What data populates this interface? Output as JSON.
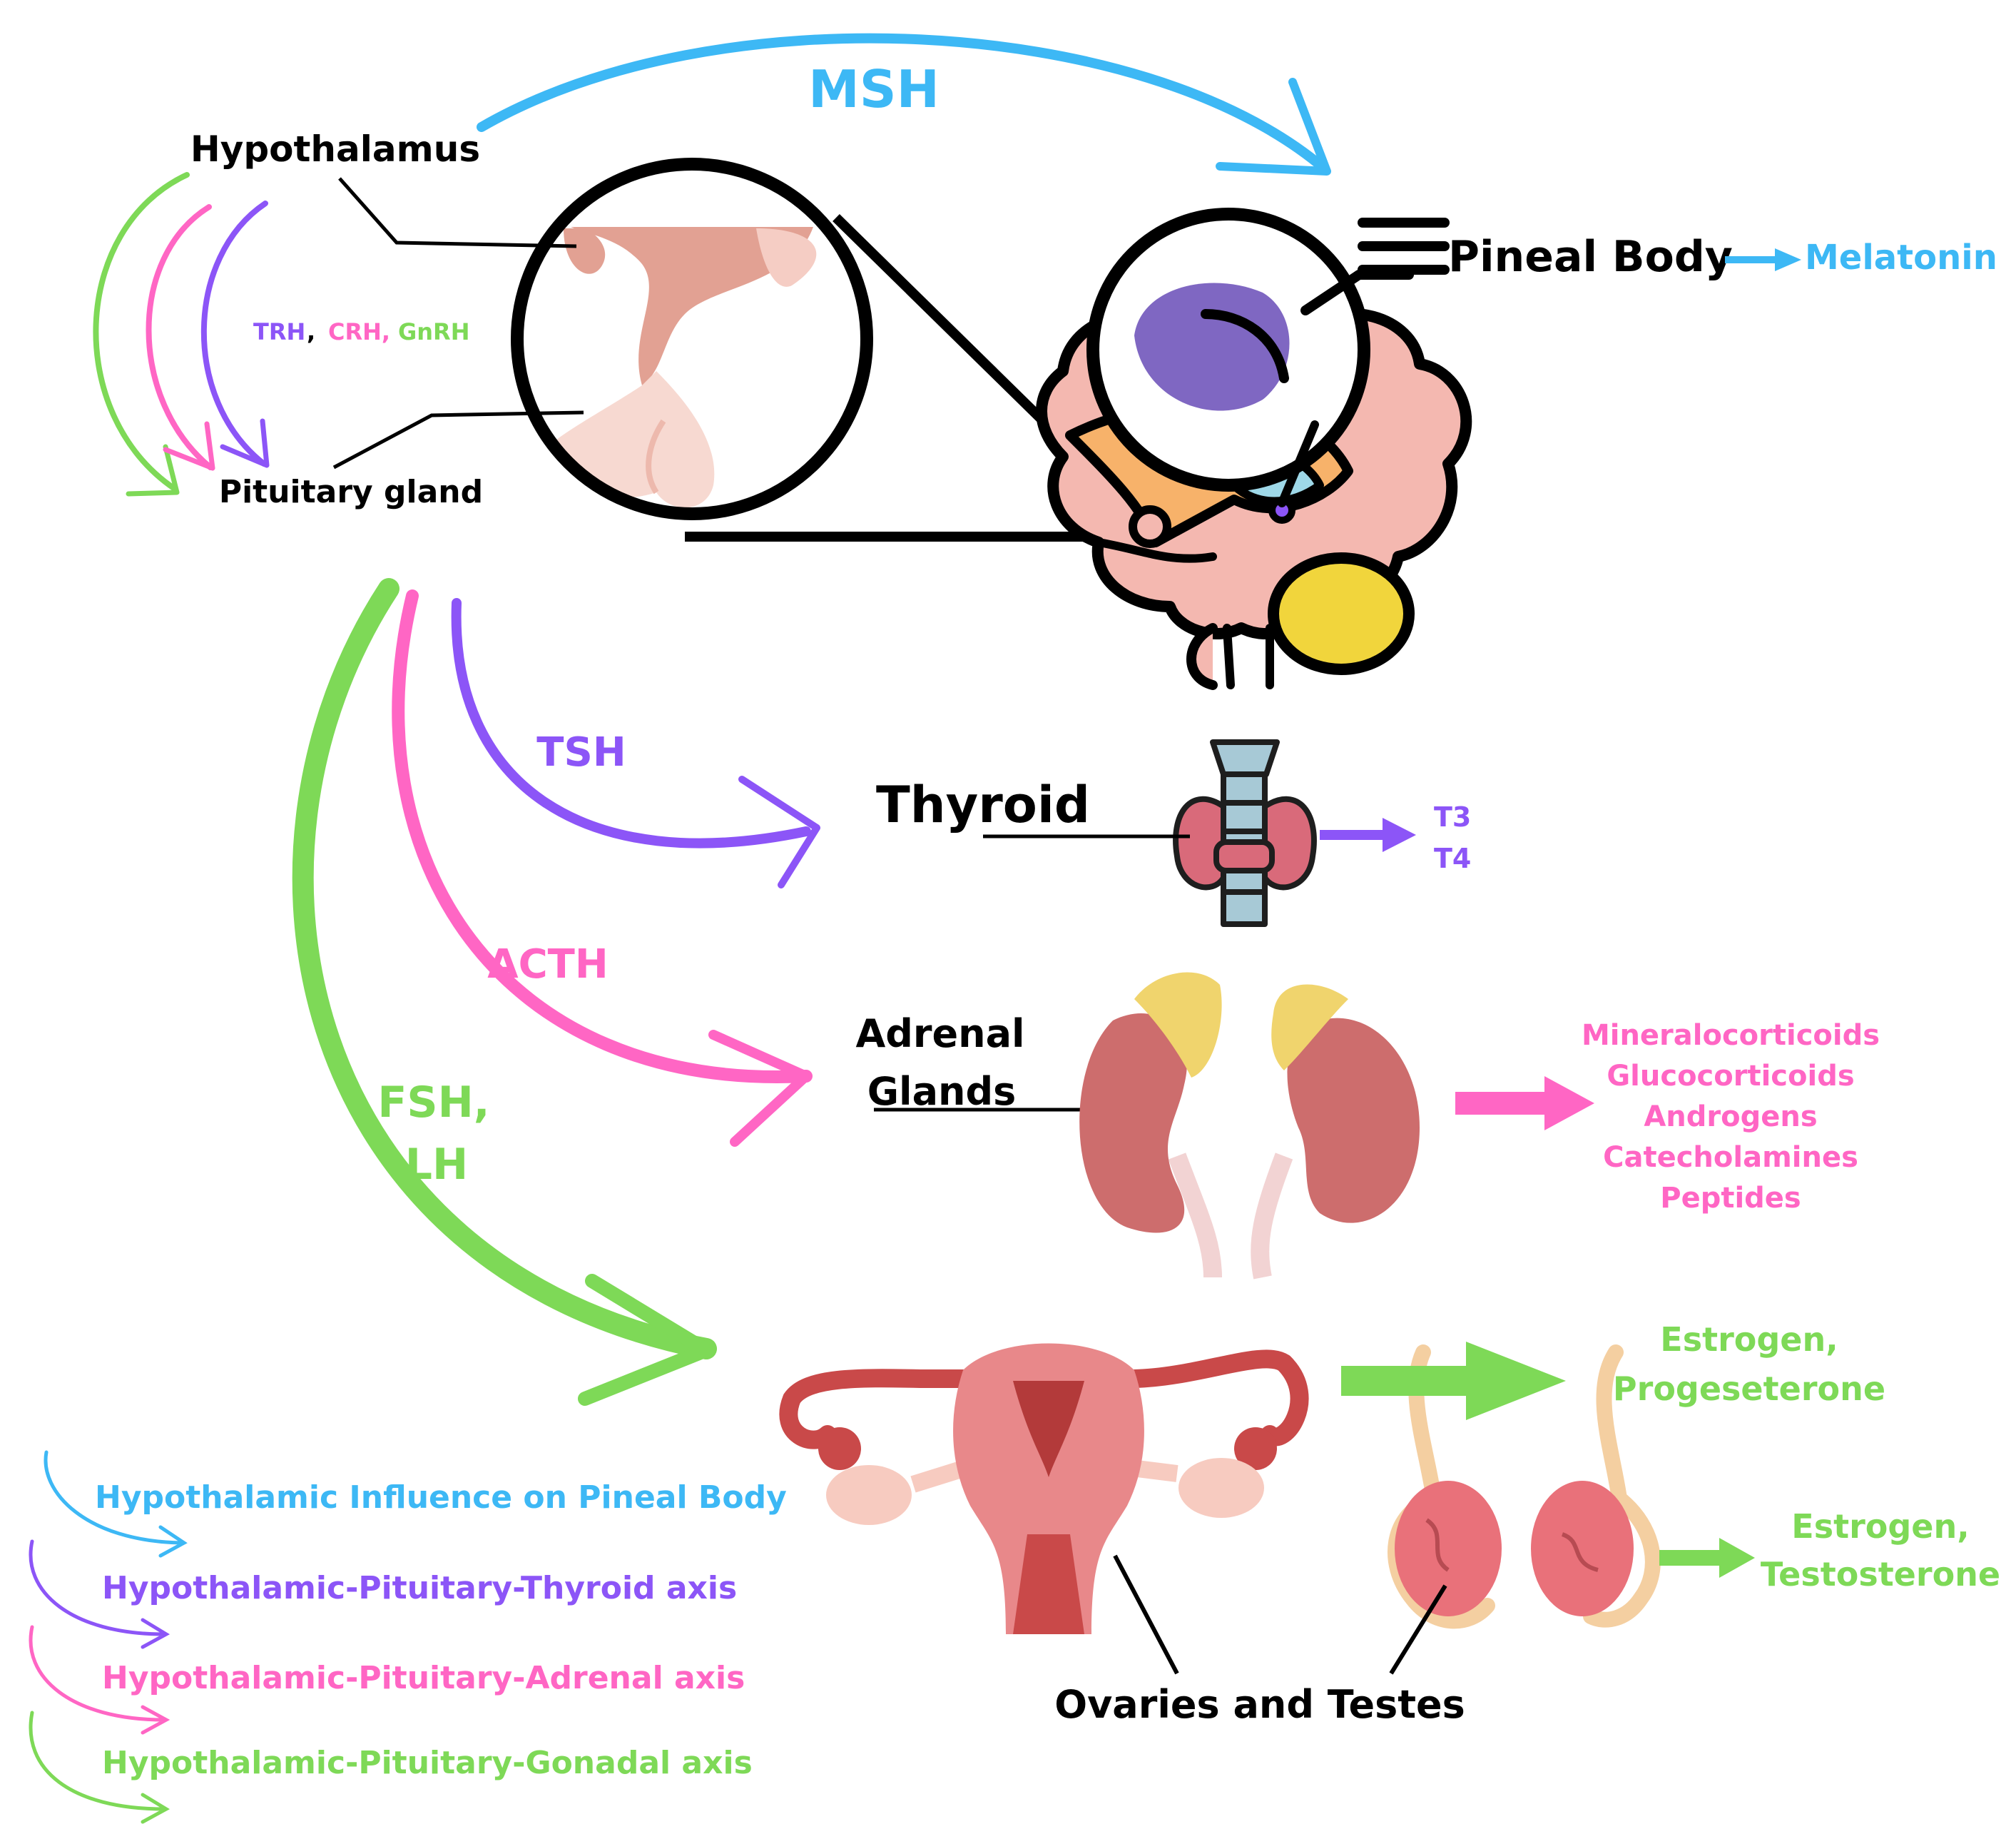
{
  "colors": {
    "blue": "#3db8f5",
    "purple": "#8c55f7",
    "pink": "#ff66c4",
    "green": "#7ed957",
    "black": "#000000"
  },
  "labels": {
    "hypothalamus": "Hypothalamus",
    "pituitary": "Pituitary gland",
    "pineal": "Pineal Body",
    "thyroid": "Thyroid",
    "adrenal_line1": "Adrenal",
    "adrenal_line2": "Glands",
    "gonads": "Ovaries and Testes"
  },
  "releasing_hormones": {
    "trh": "TRH",
    "sep": ",",
    "crh": "CRH,",
    "gnrh": "GnRH"
  },
  "arrow_labels": {
    "msh": "MSH",
    "tsh": "TSH",
    "acth": "ACTH",
    "fsh_lh_line1": "FSH,",
    "fsh_lh_line2": "LH"
  },
  "outputs": {
    "pineal": [
      "Melatonin"
    ],
    "thyroid": [
      "T3",
      "T4"
    ],
    "adrenal": [
      "Mineralocorticoids",
      "Glucocorticoids",
      "Androgens",
      "Catecholamines",
      "Peptides"
    ],
    "ovaries": [
      "Estrogen,",
      "Progeseterone"
    ],
    "testes": [
      "Estrogen,",
      "Testosterone"
    ]
  },
  "legend": [
    {
      "label": "Hypothalamic Influence on Pineal Body",
      "color": "#3db8f5"
    },
    {
      "label": "Hypothalamic-Pituitary-Thyroid axis",
      "color": "#8c55f7"
    },
    {
      "label": "Hypothalamic-Pituitary-Adrenal axis",
      "color": "#ff66c4"
    },
    {
      "label": "Hypothalamic-Pituitary-Gonadal axis",
      "color": "#7ed957"
    }
  ]
}
